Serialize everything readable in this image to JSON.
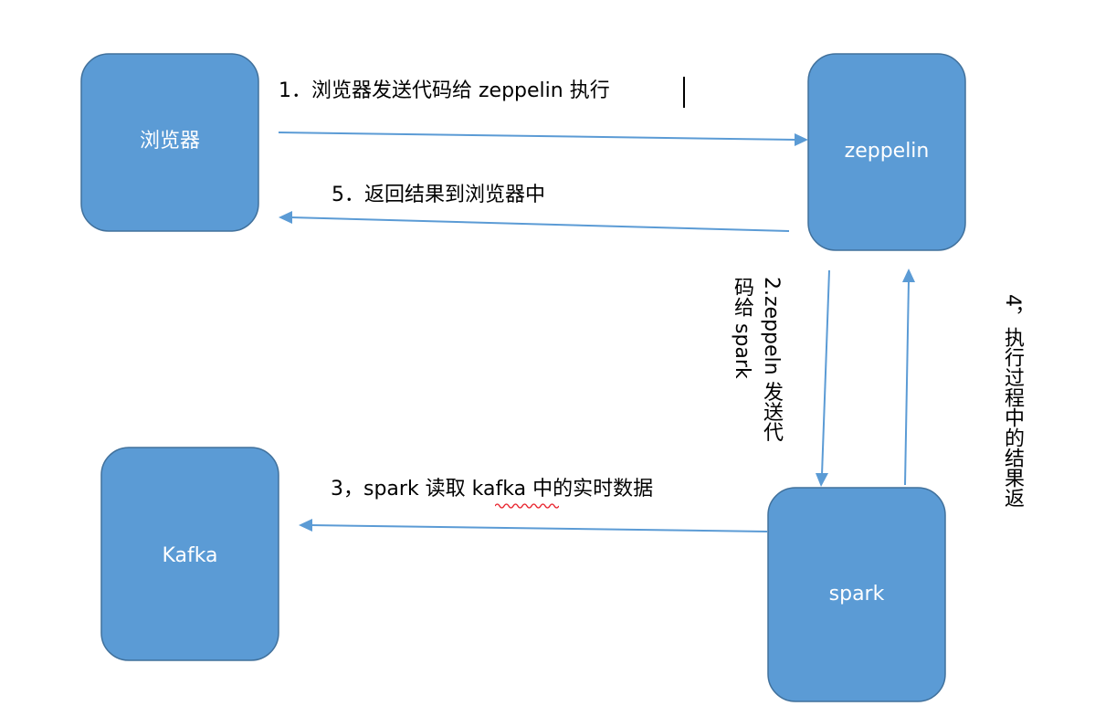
{
  "nodes": {
    "browser": "浏览器",
    "zeppelin": "zeppelin",
    "kafka": "Kafka",
    "spark": "spark"
  },
  "edges": {
    "step1": "1．浏览器发送代码给 zeppelin 执行",
    "step2": "2.zeppeln 发送代码给 spark",
    "step3": "3，spark 读取 kafka 中的实时数据",
    "step4": "4，执行过程中的结果返",
    "step5": "5．返回结果到浏览器中"
  },
  "colors": {
    "node_fill": "#5b9bd5",
    "node_border": "#41719c",
    "arrow": "#5b9bd5",
    "spellcheck_underline": "#e8202a"
  }
}
